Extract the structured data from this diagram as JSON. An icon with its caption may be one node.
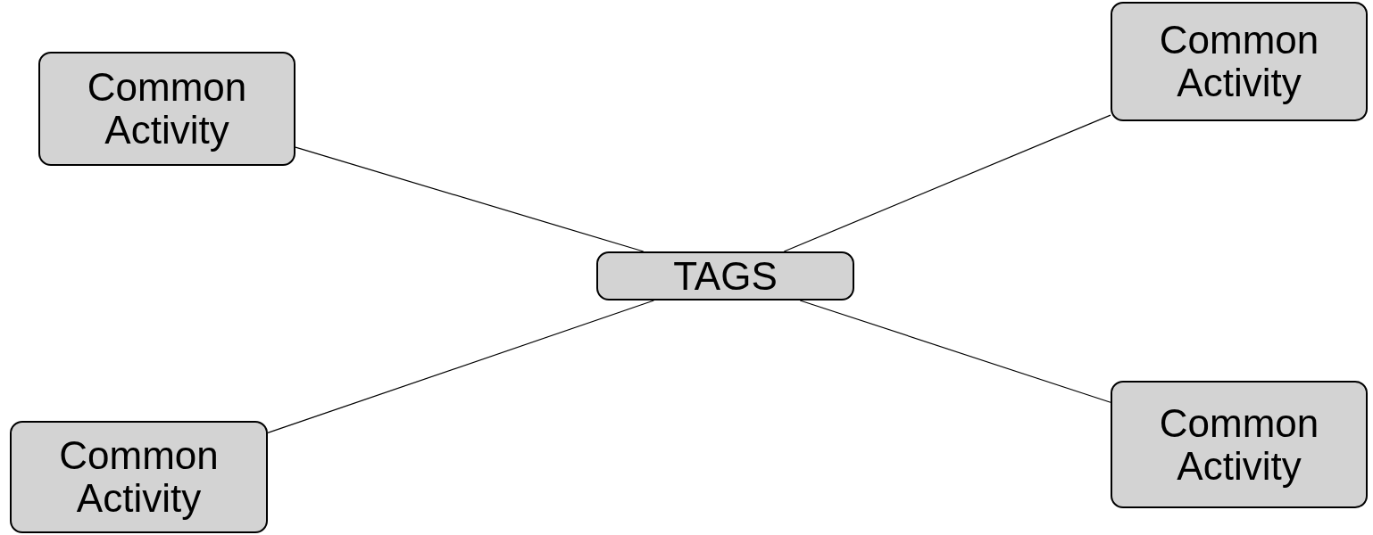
{
  "diagram": {
    "nodes": [
      {
        "text": [
          "Common Activity"
        ]
      },
      {
        "text": [
          "Common Activity"
        ]
      },
      {
        "text": [
          "TAGS"
        ]
      },
      {
        "text": [
          "Common Activity"
        ]
      },
      {
        "text": [
          "Common Activity"
        ]
      }
    ],
    "edges": [
      {
        "from": 2,
        "to": 0,
        "arrow": "none"
      },
      {
        "from": 2,
        "to": 1,
        "arrow": "none"
      },
      {
        "from": 2,
        "to": 3,
        "arrow": "none"
      },
      {
        "from": 2,
        "to": 4,
        "arrow": "none"
      }
    ]
  }
}
